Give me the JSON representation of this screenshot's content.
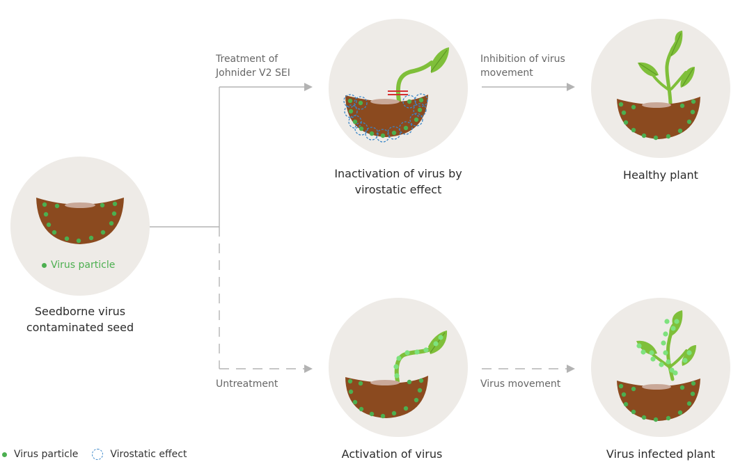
{
  "colors": {
    "virus_particle": "#4caf50",
    "virostatic_ring": "#3a86c8",
    "soil": "#8b4a1f",
    "circle_bg": "#eeebe7",
    "leaf": "#7fbf3a",
    "blocked_mark": "#d32f2f"
  },
  "seed": {
    "title": "Seedborne virus contaminated seed",
    "inner_legend": "Virus particle"
  },
  "branches": {
    "treated": {
      "arrow_label": "Treatment of Johnider V2 SEI",
      "stage1_title": "Inactivation of virus by virostatic effect",
      "arrow2_label": "Inhibition of virus movement",
      "stage2_title": "Healthy plant"
    },
    "untreated": {
      "arrow_label": "Untreatment",
      "stage1_title": "Activation of virus",
      "arrow2_label": "Virus movement",
      "stage2_title": "Virus infected plant"
    }
  },
  "legend": {
    "virus_particle": "Virus particle",
    "virostatic_effect": "Virostatic effect"
  }
}
